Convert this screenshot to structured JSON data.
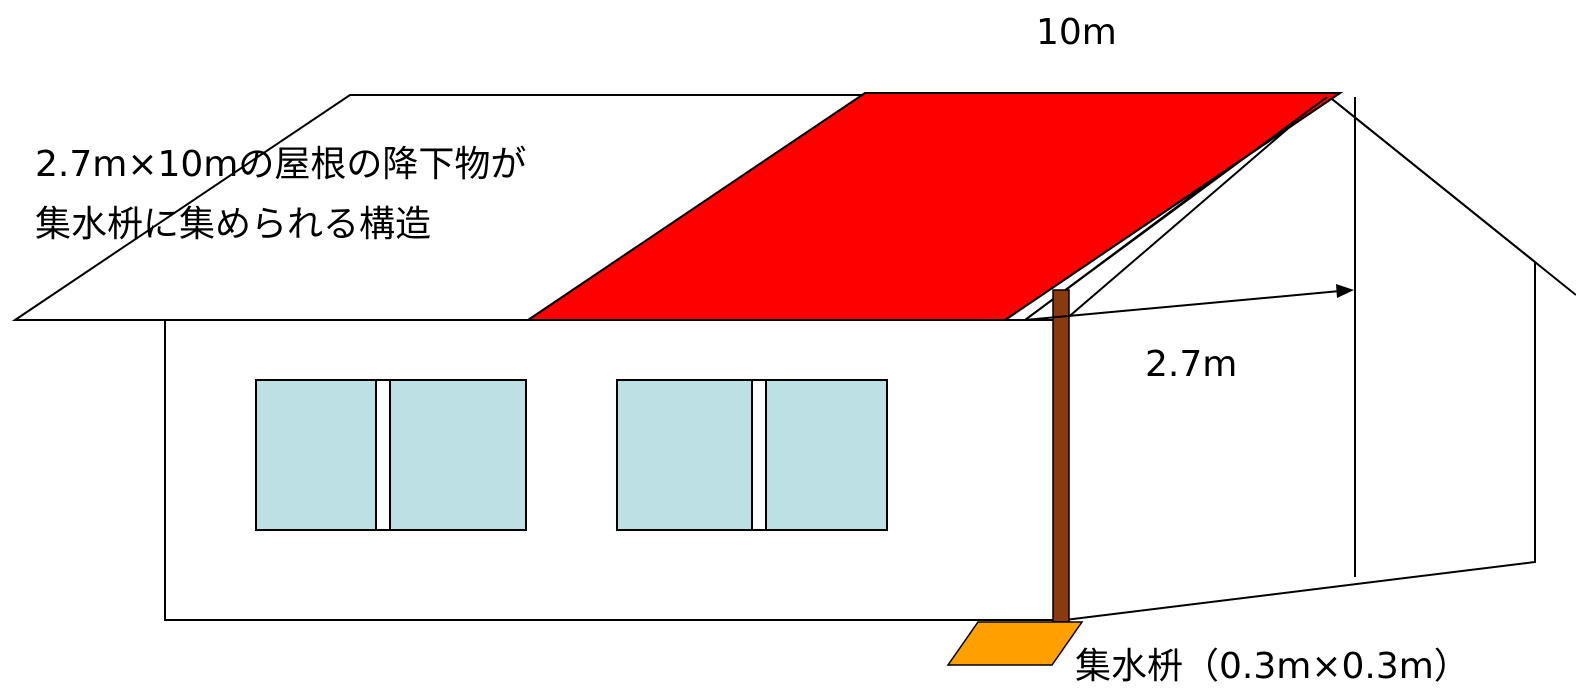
{
  "labels": {
    "length": "10m",
    "description_line1": "2.7m×10mの屋根の降下物が",
    "description_line2": "集水枡に集められる構造",
    "width": "2.7m",
    "basin": "集水枡（0.3m×0.3m）"
  },
  "colors": {
    "background": "#ffffff",
    "outline": "#000000",
    "highlighted_roof": "#ff0000",
    "windows": "#bde0e4",
    "downpipe": "#8b3a0f",
    "basin": "#ffa000"
  }
}
